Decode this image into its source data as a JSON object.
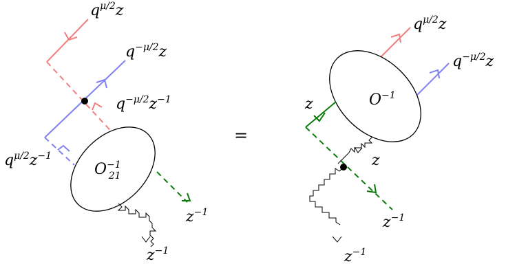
{
  "colors": {
    "red": "#f08080",
    "blue": "#8080f0",
    "green": "#0a7a0a",
    "black": "#000000"
  },
  "left": {
    "operator": {
      "main": "O",
      "sub": "21",
      "sup": "−1"
    },
    "labels": {
      "red_out": {
        "base": "q",
        "sup": "μ/2",
        "tail": "z"
      },
      "blue_out": {
        "base": "q",
        "sup": "−μ/2",
        "tail": "z"
      },
      "red_in": {
        "base": "q",
        "sup": "−μ/2",
        "tail": "z",
        "tail_sup": "−1"
      },
      "blue_in": {
        "base": "q",
        "sup": "μ/2",
        "tail": "z",
        "tail_sup": "−1"
      },
      "green": {
        "base": "z",
        "sup": "−1"
      },
      "wavy": {
        "base": "z",
        "sup": "−1"
      }
    }
  },
  "equals": "=",
  "right": {
    "operator": {
      "main": "O",
      "sup": "−1"
    },
    "labels": {
      "red_out": {
        "base": "q",
        "sup": "μ/2",
        "tail": "z"
      },
      "blue_out": {
        "base": "q",
        "sup": "−μ/2",
        "tail": "z"
      },
      "green_top": {
        "base": "z"
      },
      "wavy_top": {
        "base": "z"
      },
      "green_bottom": {
        "base": "z",
        "sup": "−1"
      },
      "wavy_bottom": {
        "base": "z",
        "sup": "−1"
      }
    }
  }
}
